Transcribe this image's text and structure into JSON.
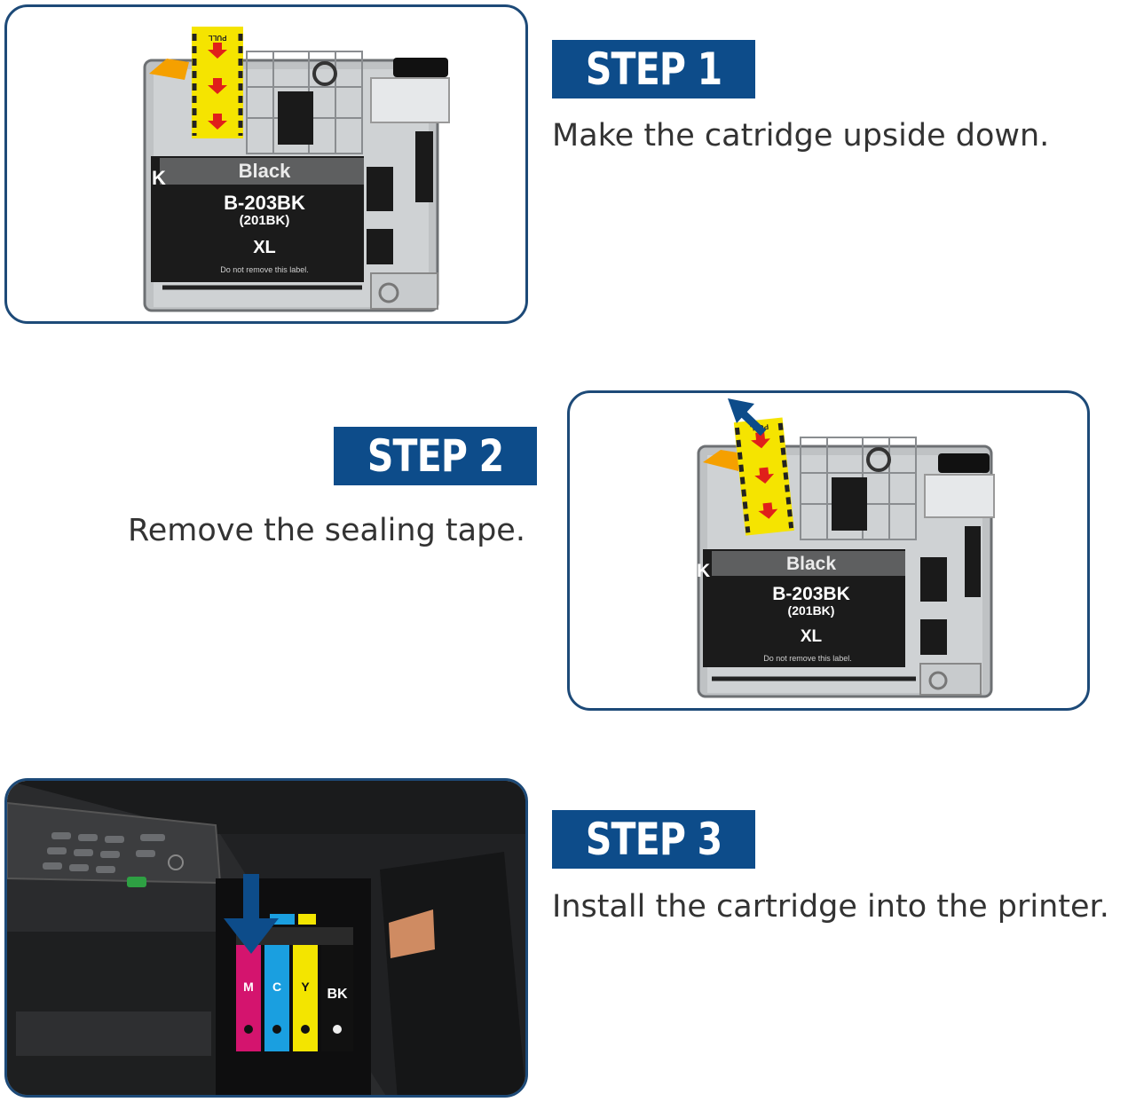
{
  "steps": [
    {
      "badge": "STEP 1",
      "text": "Make the catridge upside down."
    },
    {
      "badge": "STEP 2",
      "text": "Remove the sealing tape."
    },
    {
      "badge": "STEP 3",
      "text": "Install the cartridge into the printer."
    }
  ],
  "cartridge": {
    "color_name": "Black",
    "model": "B-203BK",
    "sub_model": "(201BK)",
    "size": "XL",
    "notice": "Do not remove this label.",
    "side_letter": "K",
    "tab_text": "PULL"
  },
  "printer": {
    "slots": [
      "M",
      "C",
      "Y",
      "BK"
    ]
  },
  "colors": {
    "badge_blue": "#0d4c8a",
    "frame_border": "#1d4a78",
    "text_gray": "#333333",
    "tab_yellow": "#f5e400",
    "arrow_red": "#e0201a",
    "magenta": "#d4146e",
    "cyan": "#1a9fe0",
    "yellow": "#f3e500"
  }
}
